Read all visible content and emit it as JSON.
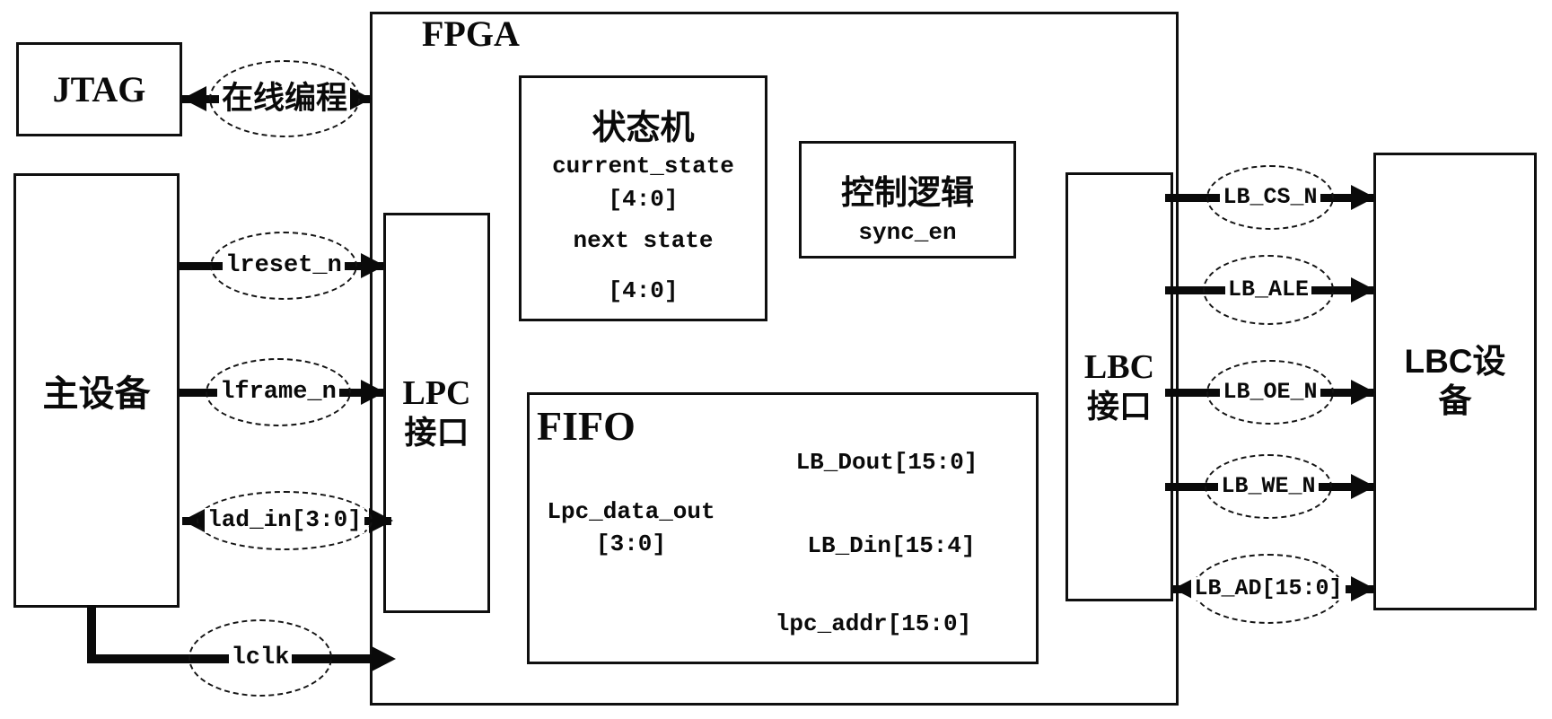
{
  "diagram": {
    "blocks": {
      "jtag": {
        "label": "JTAG"
      },
      "master": {
        "label": "主设备"
      },
      "fpga": {
        "label": "FPGA"
      },
      "lpc_interface": {
        "line1": "LPC",
        "line2": "接口"
      },
      "state_machine": {
        "title": "状态机",
        "signal1": "current_state",
        "range1": "[4:0]",
        "signal2": "next state",
        "range2": "[4:0]"
      },
      "control_logic": {
        "title": "控制逻辑",
        "signal": "sync_en"
      },
      "fifo": {
        "title": "FIFO",
        "lpc_data_out": "Lpc_data_out",
        "lpc_data_out_range": "[3:0]",
        "lb_dout": "LB_Dout[15:0]",
        "lb_din": "LB_Din[15:4]",
        "lpc_addr": "lpc_addr[15:0]"
      },
      "lbc_interface": {
        "line1": "LBC",
        "line2": "接口"
      },
      "lbc_device": {
        "line1": "LBC设",
        "line2": "备"
      }
    },
    "signals": {
      "online_programming": "在线编程",
      "lreset_n": "lreset_n",
      "lframe_n": "lframe_n",
      "lad_in": "lad_in[3:0]",
      "lclk": "lclk",
      "lb_cs_n": "LB_CS_N",
      "lb_ale": "LB_ALE",
      "lb_oe_n": "LB_OE_N",
      "lb_we_n": "LB_WE_N",
      "lb_ad": "LB_AD[15:0]"
    },
    "colors": {
      "line": "#0a0a0a",
      "background": "#ffffff",
      "text": "#0a0a0a"
    }
  }
}
